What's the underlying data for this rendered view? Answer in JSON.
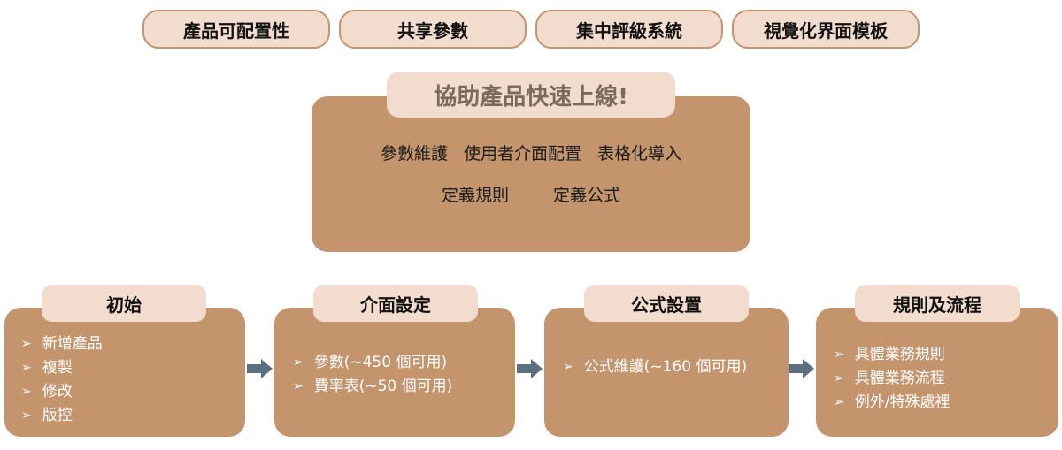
{
  "top_tags": [
    "產品可配置性",
    "共享參數",
    "集中評級系統",
    "視覺化界面模板"
  ],
  "center": {
    "title": "協助產品快速上線!",
    "features_row1": [
      "參數維護",
      "使用者介面配置",
      "表格化導入"
    ],
    "features_row2": [
      "定義規則",
      "定義公式"
    ]
  },
  "steps": [
    {
      "title": "初始",
      "items": [
        "新增產品",
        "複製",
        "修改",
        "版控"
      ]
    },
    {
      "title": "介面設定",
      "items": [
        "參數(~450 個可用)",
        "費率表(~50 個可用)"
      ]
    },
    {
      "title": "公式設置",
      "items": [
        "公式維護(~160 個可用)"
      ]
    },
    {
      "title": "規則及流程",
      "items": [
        "具體業務規則",
        "具體業務流程",
        "例外/特殊處裡"
      ]
    }
  ],
  "bullet_glyph": "➢",
  "colors": {
    "box": "#c4956d",
    "tab": "#f2dccd",
    "arrow": "#5c6f80"
  }
}
